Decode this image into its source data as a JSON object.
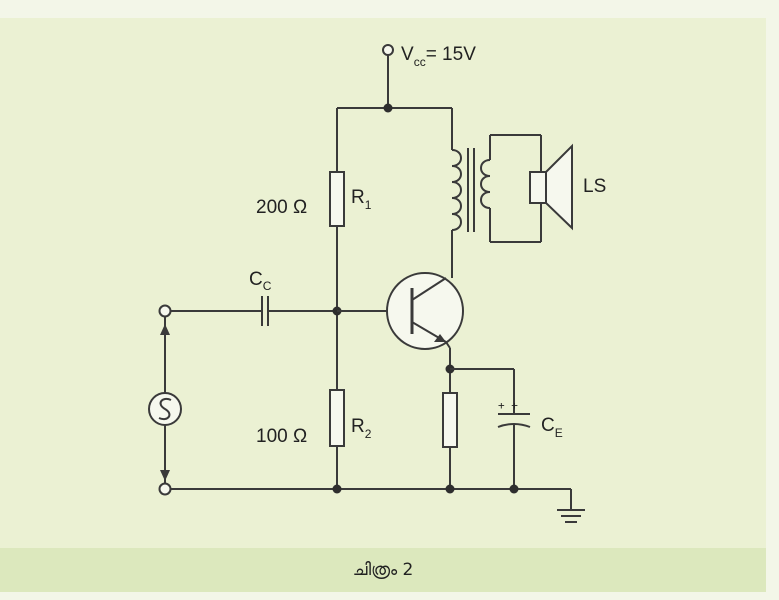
{
  "figure": {
    "caption": "ചിത്രം  2"
  },
  "labels": {
    "vcc_main": "V",
    "vcc_sub": "cc",
    "vcc_value": "= 15V",
    "r1_value": "200 Ω",
    "r1_main": "R",
    "r1_sub": "1",
    "r2_value": "100 Ω",
    "r2_main": "R",
    "r2_sub": "2",
    "cc_main": "C",
    "cc_sub": "C",
    "ce_main": "C",
    "ce_sub": "E",
    "ls": "LS",
    "ce_polarity": "+ +"
  }
}
